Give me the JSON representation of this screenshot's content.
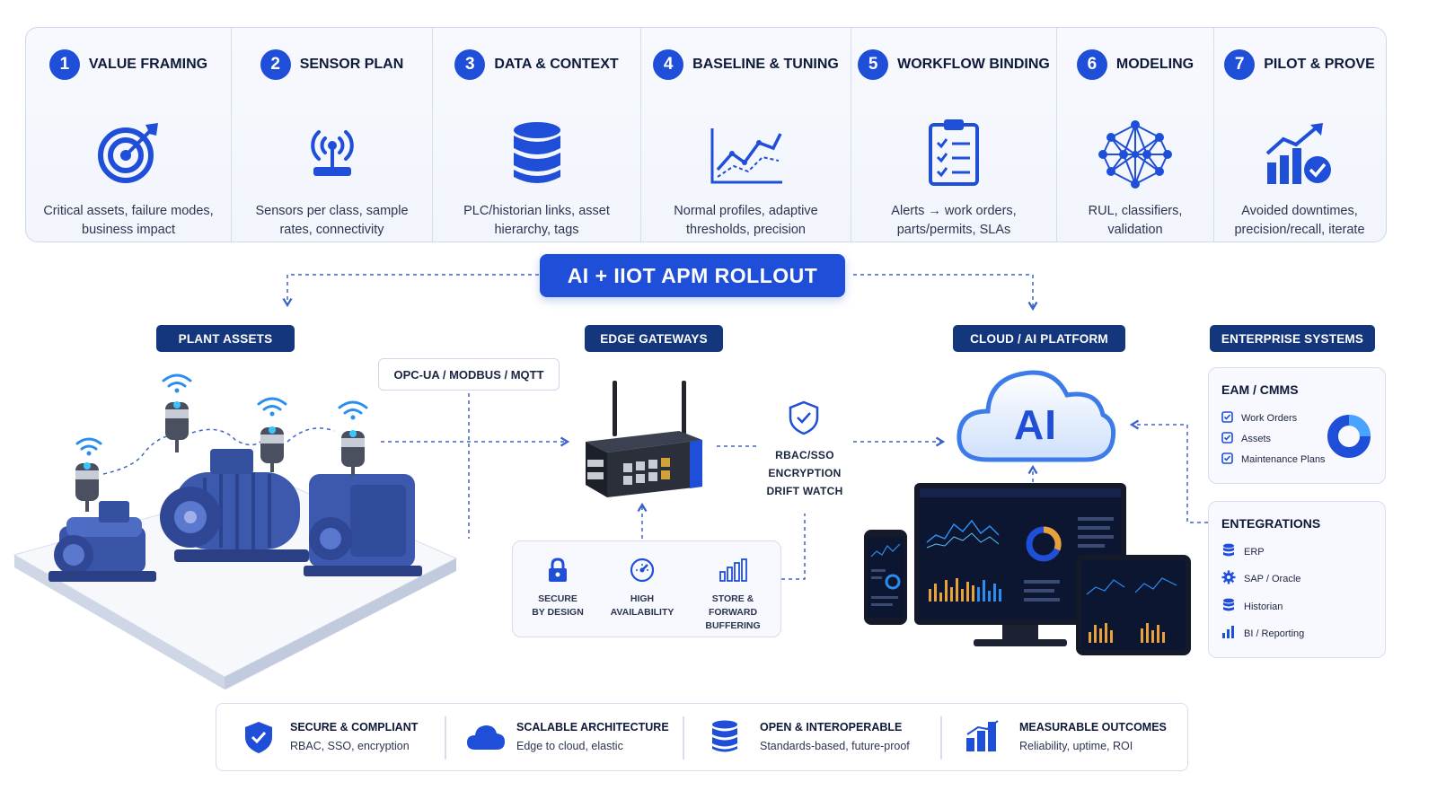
{
  "title": "AI + IIOT APM ROLLOUT",
  "steps": [
    {
      "num": "1",
      "title": "VALUE FRAMING",
      "desc": "Critical assets, failure modes, business impact",
      "icon": "target-icon"
    },
    {
      "num": "2",
      "title": "SENSOR PLAN",
      "desc": "Sensors per class, sample rates, connectivity",
      "icon": "wireless-sensor-icon"
    },
    {
      "num": "3",
      "title": "DATA & CONTEXT",
      "desc": "PLC/historian links, asset hierarchy, tags",
      "icon": "database-icon"
    },
    {
      "num": "4",
      "title": "BASELINE & TUNING",
      "desc": "Normal profiles, adaptive thresholds, precision",
      "icon": "line-chart-icon"
    },
    {
      "num": "5",
      "title": "WORKFLOW BINDING",
      "desc": "Alerts → work orders, parts/permits, SLAs",
      "icon": "clipboard-checklist-icon"
    },
    {
      "num": "6",
      "title": "MODELING",
      "desc": "RUL, classifiers, validation",
      "icon": "neural-network-icon"
    },
    {
      "num": "7",
      "title": "PILOT & PROVE",
      "desc": "Avoided downtimes, precision/recall, iterate",
      "icon": "growth-chart-check-icon"
    }
  ],
  "sections": {
    "plant_assets": "PLANT ASSETS",
    "edge_gateways": "EDGE GATEWAYS",
    "cloud_platform": "CLOUD / AI PLATFORM",
    "enterprise_systems": "ENTERPRISE SYSTEMS"
  },
  "protocols": "OPC-UA / MODBUS / MQTT",
  "security": {
    "line1": "RBAC/SSO",
    "line2": "ENCRYPTION",
    "line3": "DRIFT WATCH"
  },
  "cloud_label": "AI",
  "edge_features": [
    {
      "line1": "SECURE",
      "line2": "BY DESIGN",
      "icon": "lock-icon"
    },
    {
      "line1": "HIGH",
      "line2": "AVAILABILITY",
      "icon": "gauge-icon"
    },
    {
      "line1": "STORE & FORWARD",
      "line2": "BUFFERING",
      "icon": "bars-icon"
    }
  ],
  "eam": {
    "title": "EAM / CMMS",
    "items": [
      "Work Orders",
      "Assets",
      "Maintenance Plans"
    ]
  },
  "integrations": {
    "title": "ENTEGRATIONS",
    "items": [
      "ERP",
      "SAP / Oracle",
      "Historian",
      "BI / Reporting"
    ]
  },
  "bottom": [
    {
      "title": "SECURE & COMPLIANT",
      "sub": "RBAC, SSO, encryption",
      "icon": "shield-check-icon"
    },
    {
      "title": "SCALABLE ARCHITECTURE",
      "sub": "Edge to cloud, elastic",
      "icon": "cloud-icon"
    },
    {
      "title": "OPEN & INTEROPERABLE",
      "sub": "Standards-based, future-proof",
      "icon": "database-icon"
    },
    {
      "title": "MEASURABLE OUTCOMES",
      "sub": "Reliability, uptime, ROI",
      "icon": "bar-chart-icon"
    }
  ],
  "colors": {
    "primary": "#1f4fd8",
    "navy": "#14367d",
    "text": "#1b2540",
    "border": "#cfd8ea"
  }
}
